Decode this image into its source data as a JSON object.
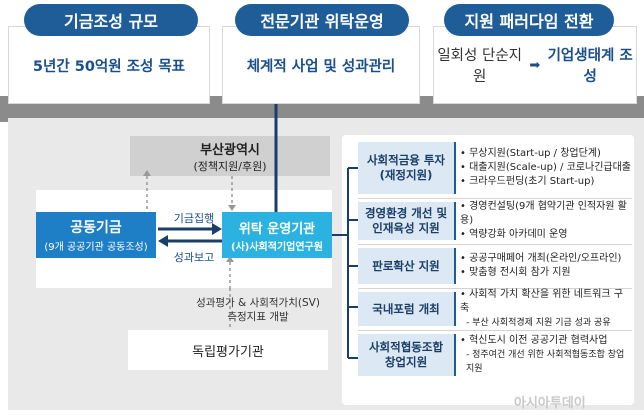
{
  "top": {
    "sections": [
      {
        "pill": "기금조성 규모",
        "content": "5년간 50억원 조성 목표"
      },
      {
        "pill": "전문기관 위탁운영",
        "content": "체계적 사업 및 성과관리"
      },
      {
        "pill": "지원 패러다임 전환",
        "content_left": "일회성 단순지원",
        "content_right": "기업생태계 조성"
      }
    ]
  },
  "busan": {
    "title": "부산광역시",
    "subtitle": "(정책지원/후원)"
  },
  "fund": {
    "title": "공동기금",
    "subtitle": "(9개 공공기관 공동조성)"
  },
  "org": {
    "title": "위탁 운영기관",
    "subtitle": "(사)사회적기업연구원"
  },
  "flows": {
    "execution": "기금집행",
    "report": "성과보고"
  },
  "evaluation": {
    "note_line1": "성과평가 & 사회적가치(SV)",
    "note_line2": "측정지표 개발",
    "box": "독립평가기관"
  },
  "programs": [
    {
      "category": [
        "사회적금융 투자",
        "(재정지원)"
      ],
      "items": [
        "무상지원(Start-up / 창업단계)",
        "대출지원(Scale-up) / 코로나긴급대출",
        "크라우드펀딩(초기 Start-up)"
      ]
    },
    {
      "category": [
        "경영환경 개선 및",
        "인재육성 지원"
      ],
      "items": [
        "경영컨설팅(9개 협약기관 인적자원 활용)",
        "역량강화 아카데미 운영"
      ]
    },
    {
      "category": [
        "판로확산 지원"
      ],
      "items": [
        "공공구매페어 개최(온라인/오프라인)",
        "맞춤형 전시회 참가 지원"
      ]
    },
    {
      "category": [
        "국내포럼 개최"
      ],
      "items": [
        "사회적 가치 확산을 위한 네트워크 구축"
      ],
      "sub": [
        "부산 사회적경제 지원 기금 성과 공유"
      ]
    },
    {
      "category": [
        "사회적협동조합",
        "창업지원"
      ],
      "items": [
        "혁신도시 이전 공공기관 협력사업"
      ],
      "sub": [
        "정주여건 개선 위한 사회적협동조합 창업 지원"
      ]
    }
  ],
  "watermark": "아시아투데이",
  "colors": {
    "pill": "#1f5d99",
    "fund": "#1e7fc7",
    "org": "#2bb2e0",
    "category_bg": "#dce8f4",
    "band": "#8b8b8b"
  }
}
